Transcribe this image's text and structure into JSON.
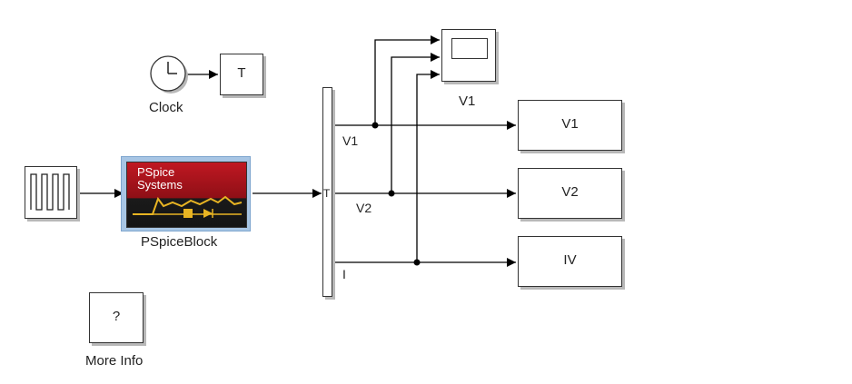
{
  "blocks": {
    "clock": {
      "label": "Clock"
    },
    "to_workspace_t": {
      "text": "T"
    },
    "pspice": {
      "label": "PSpiceBlock",
      "logo_line1": "PSpice",
      "logo_line2": "Systems"
    },
    "scope": {
      "label": "V1"
    },
    "display_v1": {
      "text": "V1"
    },
    "display_v2": {
      "text": "V2"
    },
    "display_iv": {
      "text": "IV"
    },
    "more_info": {
      "text": "?",
      "label": "More Info"
    }
  },
  "signals": {
    "demux_in": "T",
    "v1": "V1",
    "v2": "V2",
    "i": "I"
  },
  "colors": {
    "pspice_red": "#b3141d",
    "pspice_highlight": "#a7c5e4",
    "wire": "#000000",
    "shadow": "#b8b8b8"
  }
}
